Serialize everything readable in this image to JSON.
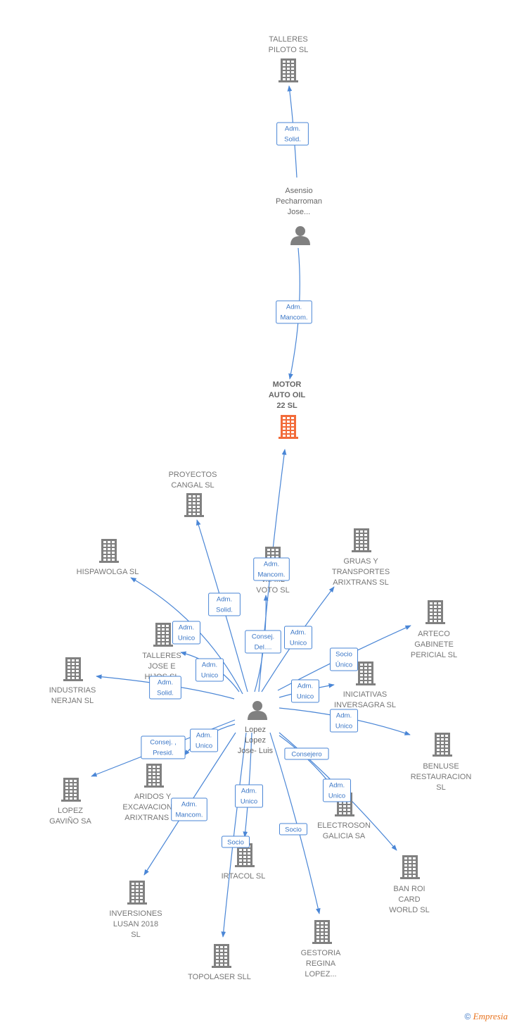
{
  "colors": {
    "edge": "#4a86d6",
    "company": "#808080",
    "focus_company": "#f26b3a",
    "person": "#808080"
  },
  "nodes": [
    {
      "id": "talleres-piloto",
      "kind": "company",
      "lines": [
        "TALLERES",
        "PILOTO SL"
      ]
    },
    {
      "id": "asensio",
      "kind": "person",
      "lines": [
        "Asensio",
        "Pecharroman",
        "Jose..."
      ]
    },
    {
      "id": "motor-auto-oil",
      "kind": "focus",
      "lines": [
        "MOTOR",
        "AUTO OIL",
        "22  SL"
      ]
    },
    {
      "id": "proyectos-cangal",
      "kind": "company",
      "lines": [
        "PROYECTOS",
        "CANGAL SL"
      ]
    },
    {
      "id": "hispawolga",
      "kind": "company",
      "lines": [
        "HISPAWOLGA SL"
      ]
    },
    {
      "id": "voto",
      "kind": "company",
      "lines": [
        "V... ...L",
        "VOTO SL"
      ]
    },
    {
      "id": "gruas",
      "kind": "company",
      "lines": [
        "GRUAS Y",
        "TRANSPORTES",
        "ARIXTRANS SL"
      ]
    },
    {
      "id": "arteco",
      "kind": "company",
      "lines": [
        "ARTECO",
        "GABINETE",
        "PERICIAL SL"
      ]
    },
    {
      "id": "talleres-jose",
      "kind": "company",
      "lines": [
        "TALLERES",
        "JOSE E",
        "HIJOS SL"
      ]
    },
    {
      "id": "industrias-nerjan",
      "kind": "company",
      "lines": [
        "INDUSTRIAS",
        "NERJAN SL"
      ]
    },
    {
      "id": "iniciativas",
      "kind": "company",
      "lines": [
        "INICIATIVAS",
        "INVERSAGRA SL"
      ]
    },
    {
      "id": "lopez-lopez",
      "kind": "person",
      "lines": [
        "Lopez",
        "Lopez",
        "Jose-  Luis"
      ]
    },
    {
      "id": "benluse",
      "kind": "company",
      "lines": [
        "BENLUSE",
        "RESTAURACION",
        "SL"
      ]
    },
    {
      "id": "lopez-gavino",
      "kind": "company",
      "lines": [
        "LOPEZ",
        "GAVIÑO SA"
      ]
    },
    {
      "id": "aridos",
      "kind": "company",
      "lines": [
        "ARIDOS Y",
        "EXCAVACIONES",
        "ARIXTRANS SL"
      ]
    },
    {
      "id": "electroson",
      "kind": "company",
      "lines": [
        "ELECTROSON",
        "GALICIA SA"
      ]
    },
    {
      "id": "irtacol",
      "kind": "company",
      "lines": [
        "IRTACOL  SL"
      ]
    },
    {
      "id": "ban-roi",
      "kind": "company",
      "lines": [
        "BAN ROI",
        "CARD",
        "WORLD SL"
      ]
    },
    {
      "id": "inversiones-lusan",
      "kind": "company",
      "lines": [
        "INVERSIONES",
        "LUSAN 2018",
        "SL"
      ]
    },
    {
      "id": "gestoria-regina",
      "kind": "company",
      "lines": [
        "GESTORIA",
        "REGINA",
        "LOPEZ..."
      ]
    },
    {
      "id": "topolaser",
      "kind": "company",
      "lines": [
        "TOPOLASER SLL"
      ]
    }
  ],
  "edges": [
    {
      "from": "asensio",
      "to": "talleres-piloto",
      "label": [
        "Adm.",
        "Solid."
      ]
    },
    {
      "from": "asensio",
      "to": "motor-auto-oil",
      "label": [
        "Adm.",
        "Mancom."
      ]
    },
    {
      "from": "lopez-lopez",
      "to": "motor-auto-oil",
      "label": [
        "Adm.",
        "Mancom."
      ]
    },
    {
      "from": "lopez-lopez",
      "to": "proyectos-cangal",
      "label": [
        "Adm.",
        "Solid."
      ]
    },
    {
      "from": "lopez-lopez",
      "to": "hispawolga",
      "label": [
        "Adm.",
        "Unico"
      ]
    },
    {
      "from": "lopez-lopez",
      "to": "voto",
      "label": [
        "Consej.",
        "Del...."
      ]
    },
    {
      "from": "lopez-lopez",
      "to": "gruas",
      "label": [
        "Adm.",
        "Unico"
      ]
    },
    {
      "from": "lopez-lopez",
      "to": "arteco",
      "label": [
        "Socio",
        "Único"
      ]
    },
    {
      "from": "lopez-lopez",
      "to": "talleres-jose",
      "label": [
        "Adm.",
        "Unico"
      ]
    },
    {
      "from": "lopez-lopez",
      "to": "industrias-nerjan",
      "label": [
        "Adm.",
        "Solid."
      ]
    },
    {
      "from": "lopez-lopez",
      "to": "iniciativas",
      "label": [
        "Adm.",
        "Unico"
      ]
    },
    {
      "from": "lopez-lopez",
      "to": "benluse",
      "label": [
        "Adm.",
        "Unico"
      ]
    },
    {
      "from": "lopez-lopez",
      "to": "lopez-gavino",
      "label": [
        "Consej. ,",
        "Presid."
      ]
    },
    {
      "from": "lopez-lopez",
      "to": "aridos",
      "label": [
        "Adm.",
        "Unico"
      ]
    },
    {
      "from": "lopez-lopez",
      "to": "electroson",
      "label": [
        "Consejero"
      ]
    },
    {
      "from": "lopez-lopez",
      "to": "ban-roi",
      "label": [
        "Adm.",
        "Unico"
      ]
    },
    {
      "from": "lopez-lopez",
      "to": "irtacol",
      "label": [
        "Adm.",
        "Unico"
      ]
    },
    {
      "from": "lopez-lopez",
      "to": "inversiones-lusan",
      "label": [
        "Adm.",
        "Mancom."
      ]
    },
    {
      "from": "lopez-lopez",
      "to": "topolaser",
      "label": [
        "Socio"
      ]
    },
    {
      "from": "lopez-lopez",
      "to": "gestoria-regina",
      "label": [
        "Socio"
      ]
    }
  ],
  "footer": {
    "copyright": "©",
    "brand": "Empresia"
  }
}
